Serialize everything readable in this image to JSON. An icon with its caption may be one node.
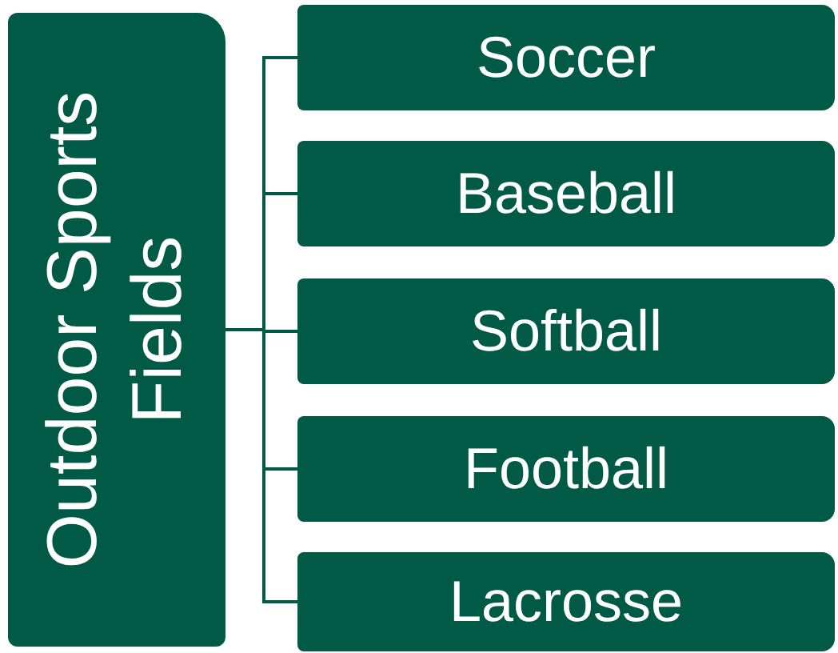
{
  "diagram": {
    "nodes": [
      {
        "text": [
          "Outdoor Sports Fields"
        ]
      },
      {
        "text": [
          "Soccer"
        ]
      },
      {
        "text": [
          "Baseball"
        ]
      },
      {
        "text": [
          "Softball"
        ]
      },
      {
        "text": [
          "Football"
        ]
      },
      {
        "text": [
          "Lacrosse"
        ]
      }
    ],
    "edges": [
      {
        "from": 0,
        "to": 1,
        "arrow": "none"
      },
      {
        "from": 0,
        "to": 2,
        "arrow": "none"
      },
      {
        "from": 0,
        "to": 3,
        "arrow": "none"
      },
      {
        "from": 0,
        "to": 4,
        "arrow": "none"
      },
      {
        "from": 0,
        "to": 5,
        "arrow": "none"
      }
    ]
  }
}
